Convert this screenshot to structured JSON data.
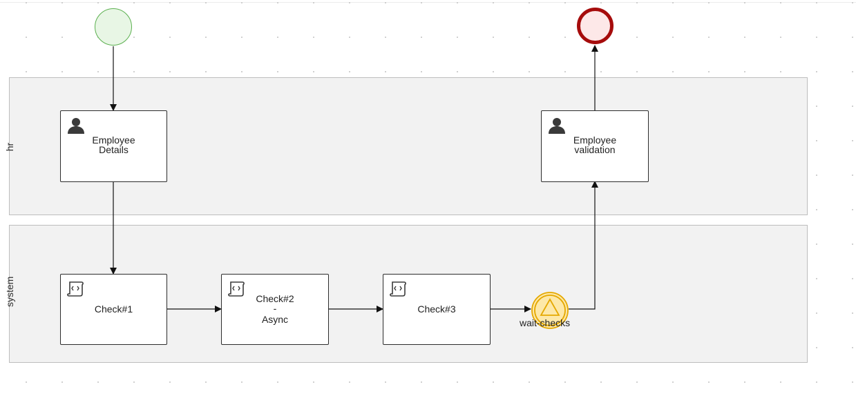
{
  "lanes": [
    {
      "name": "hr"
    },
    {
      "name": "system"
    }
  ],
  "tasks": {
    "employee_details": {
      "line1": "Employee",
      "line2": "Details",
      "type": "user-task"
    },
    "employee_validation": {
      "line1": "Employee",
      "line2": "validation",
      "type": "user-task"
    },
    "check1": {
      "label": "Check#1",
      "type": "script-task"
    },
    "check2": {
      "line1": "Check#2",
      "line2": "-",
      "line3": "Async",
      "type": "script-task"
    },
    "check3": {
      "label": "Check#3",
      "type": "script-task"
    }
  },
  "events": {
    "start": {
      "type": "start-event"
    },
    "end": {
      "type": "end-event"
    },
    "wait_checks": {
      "label": "wait-checks",
      "type": "intermediate-signal-event"
    }
  },
  "colors": {
    "start_fill": "#e8f6e5",
    "start_stroke": "#5bb04f",
    "end_fill": "#fde8e8",
    "end_stroke": "#a60c0c",
    "signal_fill": "#fde8a8",
    "signal_stroke": "#e5a800",
    "lane_fill": "#f2f2f2"
  }
}
